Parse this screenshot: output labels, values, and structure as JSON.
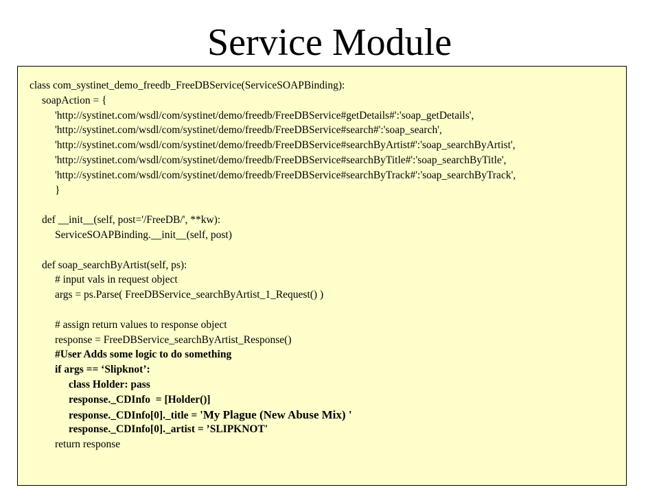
{
  "slide": {
    "title": "Service Module"
  },
  "code": {
    "lines": [
      "class com_systinet_demo_freedb_FreeDBService(ServiceSOAPBinding):",
      "soapAction = {",
      "'http://systinet.com/wsdl/com/systinet/demo/freedb/FreeDBService#getDetails#':'soap_getDetails',",
      "'http://systinet.com/wsdl/com/systinet/demo/freedb/FreeDBService#search#':'soap_search',",
      "'http://systinet.com/wsdl/com/systinet/demo/freedb/FreeDBService#searchByArtist#':'soap_searchByArtist',",
      "'http://systinet.com/wsdl/com/systinet/demo/freedb/FreeDBService#searchByTitle#':'soap_searchByTitle',",
      "'http://systinet.com/wsdl/com/systinet/demo/freedb/FreeDBService#searchByTrack#':'soap_searchByTrack',",
      "}",
      "",
      "def __init__(self, post='/FreeDB/', **kw):",
      "ServiceSOAPBinding.__init__(self, post)",
      "",
      "def soap_searchByArtist(self, ps):",
      "# input vals in request object",
      "args = ps.Parse( FreeDBService_searchByArtist_1_Request() )",
      "",
      "# assign return values to response object",
      "response = FreeDBService_searchByArtist_Response()",
      "#User Adds some logic to do something",
      "if args == ‘Slipknot’:",
      "class Holder: pass",
      "response._CDInfo  = [Holder()]",
      "response._CDInfo[0]._title = ",
      "'My Plague (New Abuse Mix) '",
      "response._CDInfo[0]._artist = ’SLIPKNOT'",
      "return response"
    ]
  }
}
